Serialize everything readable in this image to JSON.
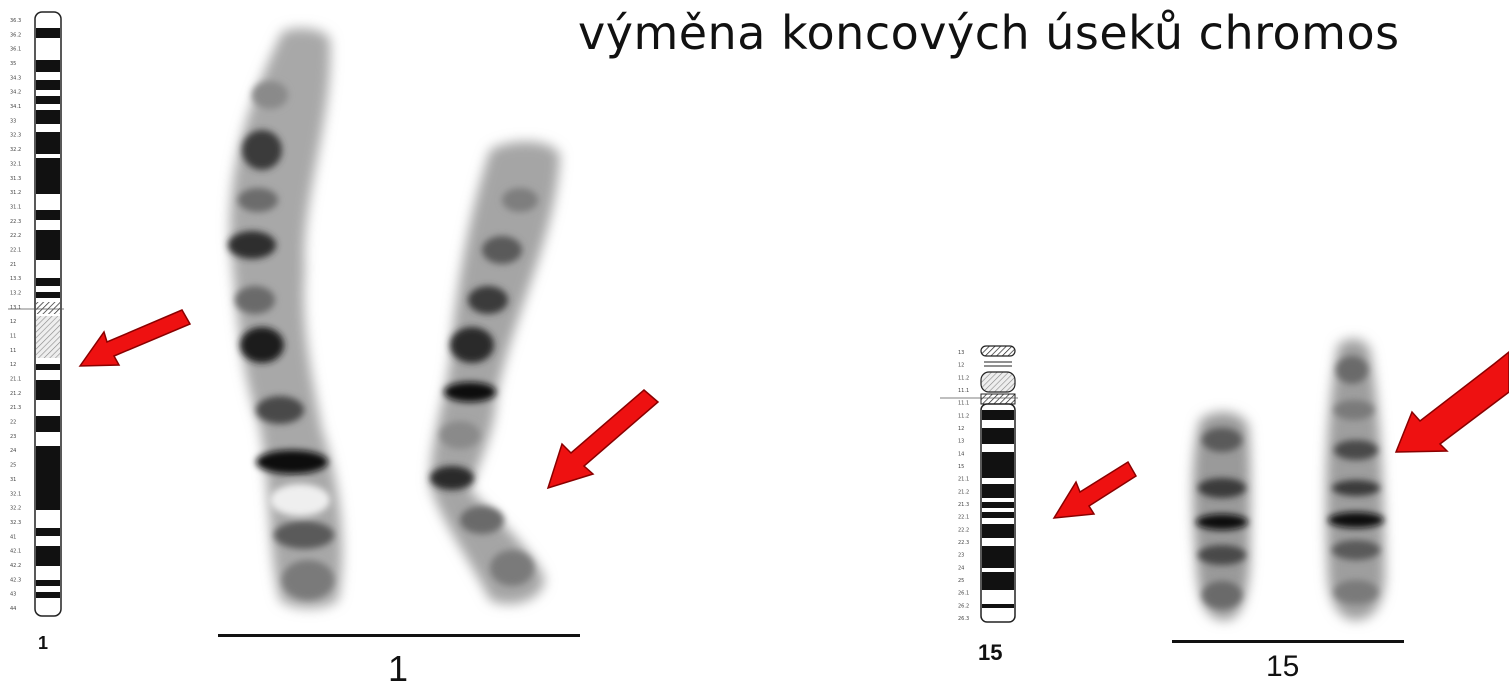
{
  "title": "výměna koncových úseků chromos",
  "chromosome_1": {
    "ideogram_label": "1",
    "pair_label": "1",
    "band_labels": [
      "36.3",
      "36.2",
      "36.1",
      "35",
      "34.3",
      "34.2",
      "34.1",
      "33",
      "32.3",
      "32.2",
      "32.1",
      "31.3",
      "31.2",
      "31.1",
      "22.3",
      "22.2",
      "22.1",
      "21",
      "13.3",
      "13.2",
      "13.1",
      "12",
      "11",
      "11",
      "12",
      "21.1",
      "21.2",
      "21.3",
      "22",
      "23",
      "24",
      "25",
      "31",
      "32.1",
      "32.2",
      "32.3",
      "41",
      "42.1",
      "42.2",
      "42.3",
      "43",
      "44"
    ]
  },
  "chromosome_15": {
    "ideogram_label": "15",
    "pair_label": "15",
    "band_labels": [
      "13",
      "12",
      "11.2",
      "11.1",
      "11.1",
      "11.2",
      "12",
      "13",
      "14",
      "15",
      "21.1",
      "21.2",
      "21.3",
      "22.1",
      "22.2",
      "22.3",
      "23",
      "24",
      "25",
      "26.1",
      "26.2",
      "26.3"
    ]
  },
  "colors": {
    "arrow": "#ee1111",
    "arrow_outline": "#8a0000",
    "ink": "#111111"
  }
}
